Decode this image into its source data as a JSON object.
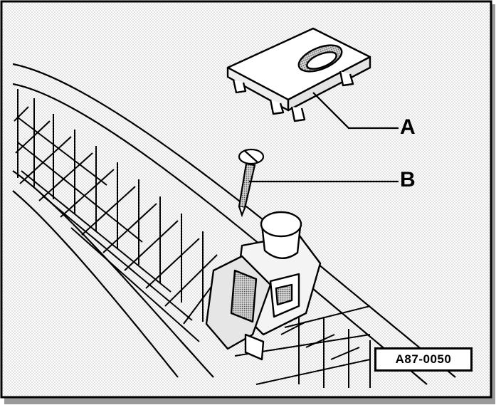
{
  "diagram": {
    "callouts": {
      "a": "A",
      "b": "B"
    },
    "figure_id": "A87-0050"
  },
  "colors": {
    "ink": "#000000",
    "background": "#ffffff",
    "frame_shadow": "#9a9a9a",
    "halftone": "#cfcfcf"
  }
}
